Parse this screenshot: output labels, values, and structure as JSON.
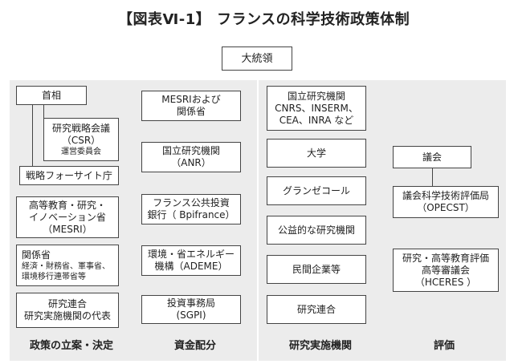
{
  "title": {
    "figure_label": "【図表Ⅵ-1】",
    "main": "フランスの科学技術政策体制"
  },
  "top_box": "大統領",
  "columns": {
    "policy": {
      "footer": "政策の立案・決定",
      "prime_minister": "首相",
      "csr": [
        "研究戦略会議",
        "（CSR）",
        "運営委員会"
      ],
      "foresight": "戦略フォーサイト庁",
      "mesri": [
        "高等教育・研究・",
        "イノベーション省",
        "（MESRI）"
      ],
      "ministries": [
        "関係省",
        "経済・財務省、軍事省、",
        "環境移行連帯省等"
      ],
      "alliance": [
        "研究連合",
        "研究実施機関の代表"
      ]
    },
    "funding": {
      "footer": "資金配分",
      "items": [
        [
          "MESRIおよび",
          "関係省"
        ],
        [
          "国立研究機関",
          "（ANR）"
        ],
        [
          "フランス公共投資",
          "銀行（ Bpifrance）"
        ],
        [
          "環境・省エネルギー",
          "機構（ADEME）"
        ],
        [
          "投資事務局",
          "(SGPI)"
        ]
      ]
    },
    "research": {
      "footer": "研究実施機関",
      "items": [
        [
          "国立研究機関",
          "CNRS、INSERM、",
          "CEA、INRA など"
        ],
        [
          "大学"
        ],
        [
          "グランゼコール"
        ],
        [
          "公益的な研究機関"
        ],
        [
          "民間企業等"
        ],
        [
          "研究連合"
        ]
      ]
    },
    "evaluation": {
      "footer": "評価",
      "parliament": "議会",
      "opecst": [
        "議会科学技術評価局",
        "（OPECST）"
      ],
      "hceres": [
        "研究・高等教育評価",
        "高等審議会",
        "（HCERES ）"
      ]
    }
  }
}
